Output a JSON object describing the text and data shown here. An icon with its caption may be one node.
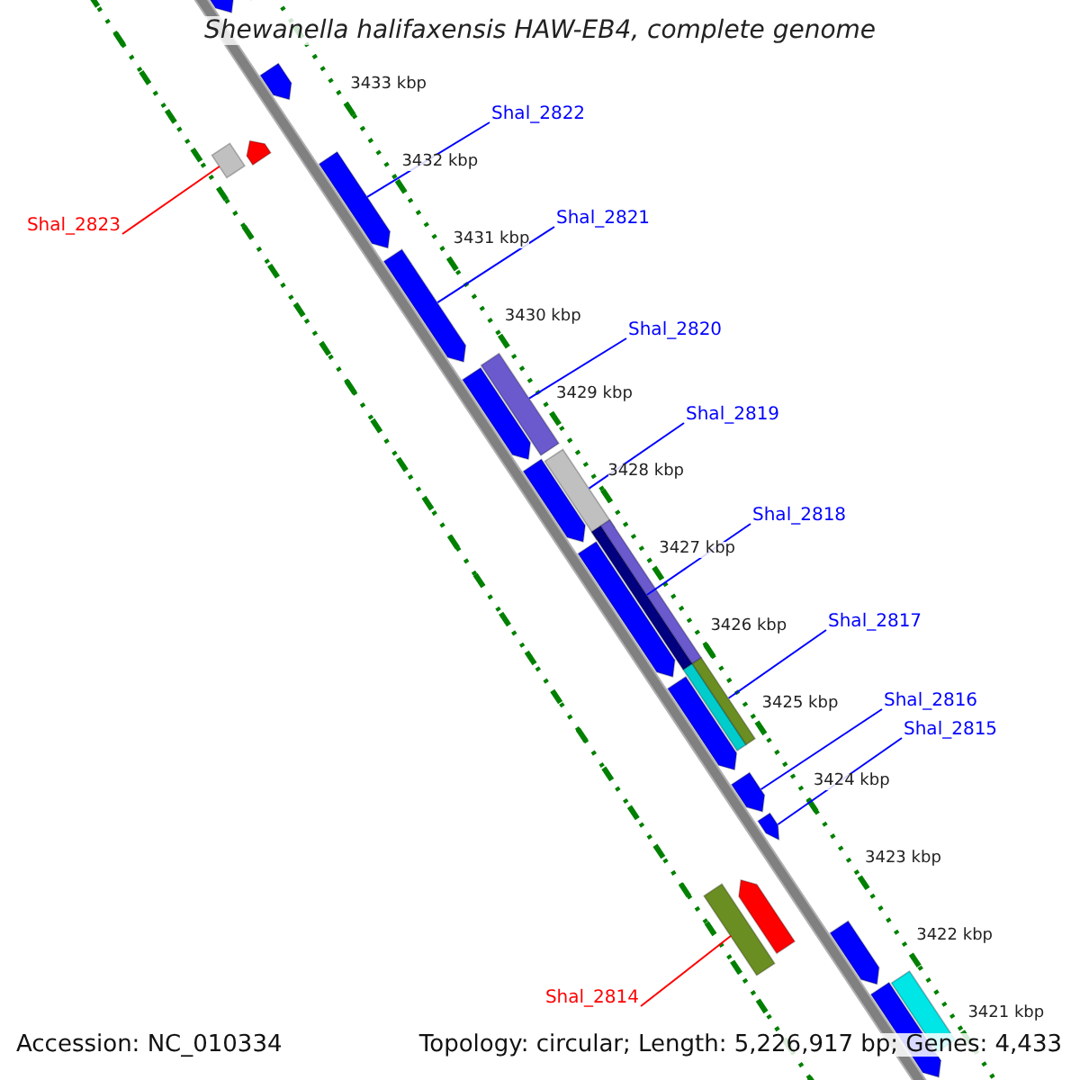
{
  "diagram": {
    "title": "Shewanella halifaxensis HAW-EB4, complete genome",
    "nodes": [
      {
        "text": [
          "Shal_2822"
        ]
      },
      {
        "text": [
          "Shal_2821"
        ]
      },
      {
        "text": [
          "Shal_2823"
        ]
      },
      {
        "text": [
          "Shal_2820"
        ]
      },
      {
        "text": [
          "Shal_2819"
        ]
      },
      {
        "text": [
          "Shal_2818"
        ]
      },
      {
        "text": [
          "Shal_2817"
        ]
      },
      {
        "text": [
          "Shal_2816"
        ]
      },
      {
        "text": [
          "Shal_2815"
        ]
      },
      {
        "text": [
          "Shal_2814"
        ]
      },
      {
        "text": [],
        "shape": "bar"
      },
      {
        "text": [],
        "shape": "bar"
      },
      {
        "text": [],
        "shape": "bar"
      },
      {
        "text": [],
        "shape": "bar"
      },
      {
        "text": [],
        "shape": "bar"
      },
      {
        "text": [],
        "shape": "bar"
      },
      {
        "text": [],
        "shape": "bar"
      },
      {
        "text": [],
        "shape": "bar"
      },
      {
        "text": [],
        "shape": "bar"
      },
      {
        "text": [],
        "shape": "bar"
      },
      {
        "text": [],
        "shape": "bar"
      },
      {
        "text": [],
        "shape": "bar"
      },
      {
        "text": [],
        "shape": "bar"
      },
      {
        "text": [],
        "shape": "bar"
      },
      {
        "text": [],
        "shape": "bar"
      },
      {
        "text": [],
        "shape": "bar"
      },
      {
        "text": [],
        "shape": "bar"
      },
      {
        "text": [],
        "shape": "bar"
      },
      {
        "text": [],
        "shape": "bar"
      },
      {
        "text": [],
        "shape": "bar"
      },
      {
        "text": [],
        "shape": "bar"
      },
      {
        "text": [],
        "shape": "bar"
      },
      {
        "text": [],
        "shape": "bar"
      },
      {
        "text": [],
        "shape": "bar"
      }
    ],
    "edges": [
      {
        "from": 0,
        "to": 15,
        "arrow": "none"
      },
      {
        "from": 1,
        "to": 16,
        "arrow": "none"
      },
      {
        "from": 2,
        "to": 13,
        "arrow": "none",
        "color": "#ff0000"
      },
      {
        "from": 3,
        "to": 17,
        "arrow": "none"
      },
      {
        "from": 4,
        "to": 19,
        "arrow": "none"
      },
      {
        "from": 5,
        "to": 21,
        "arrow": "none"
      },
      {
        "from": 6,
        "to": 25,
        "arrow": "none"
      },
      {
        "from": 7,
        "to": 27,
        "arrow": "none"
      },
      {
        "from": 8,
        "to": 28,
        "arrow": "none"
      },
      {
        "from": 9,
        "to": 29,
        "arrow": "none",
        "color": "#ff0000"
      }
    ],
    "labels": [
      "3433 kbp",
      "3432 kbp",
      "3431 kbp",
      "3430 kbp",
      "3429 kbp",
      "3428 kbp",
      "3427 kbp",
      "3426 kbp",
      "3425 kbp",
      "3424 kbp",
      "3423 kbp",
      "3422 kbp",
      "3421 kbp",
      "Accession: NC_010334",
      "Topology: circular; Length: 5,226,917 bp; Genes: 4,433"
    ]
  }
}
